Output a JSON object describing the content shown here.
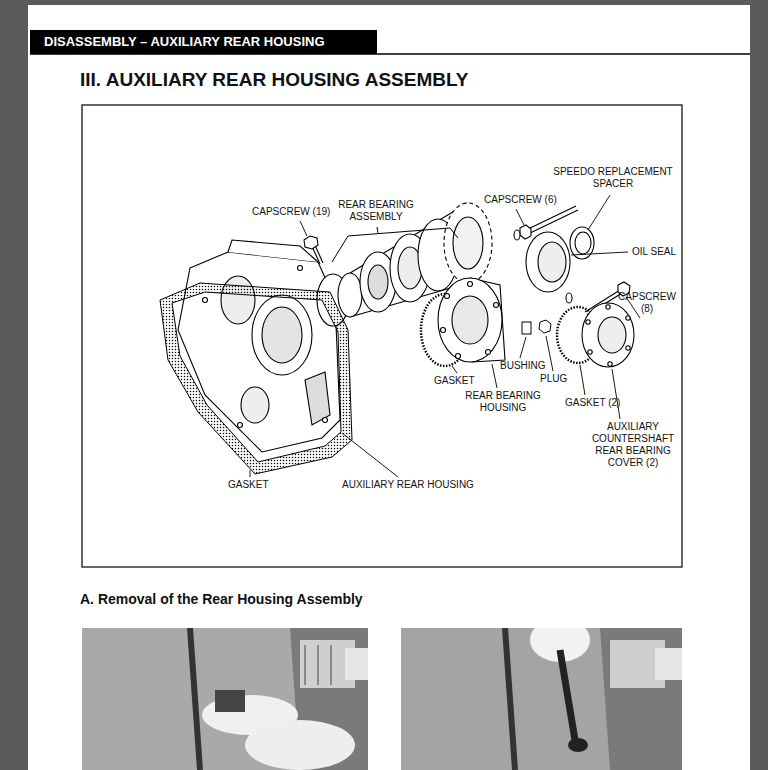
{
  "diagram": {
    "title": "III. AUXILIARY REAR HOUSING ASSEMBLY",
    "nodes": [
      {
        "text": [
          "DISASSEMBLY – AUXILIARY REAR HOUSING"
        ]
      }
    ],
    "labels": [
      "CAPSCREW (19)",
      "REAR BEARING ASSEMBLY",
      "CAPSCREW (6)",
      "SPEEDO REPLACEMENT SPACER",
      "OIL SEAL",
      "CAPSCREW (8)",
      "BUSHING",
      "PLUG",
      "GASKET",
      "REAR BEARING HOUSING",
      "GASKET (2)",
      "AUXILIARY COUNTERSHAFT REAR BEARING COVER (2)",
      "GASKET",
      "AUXILIARY REAR HOUSING",
      "A. Removal of the Rear Housing Assembly"
    ]
  }
}
